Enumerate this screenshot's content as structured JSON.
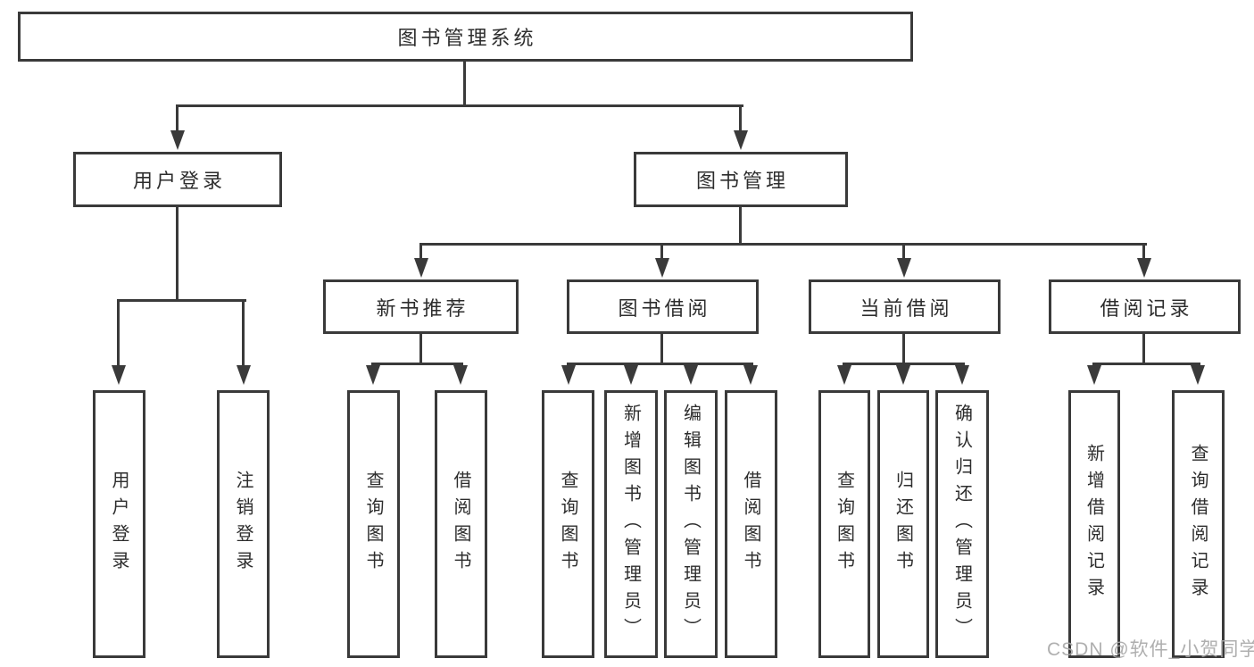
{
  "title": "图书管理系统",
  "tree": {
    "root": {
      "label": "图书管理系统"
    },
    "branches": {
      "user_login": {
        "label": "用户登录",
        "children": {
          "login": "用户登录",
          "logout": "注销登录"
        }
      },
      "book_management": {
        "label": "图书管理",
        "children": {
          "new_book": {
            "label": "新书推荐",
            "children": {
              "query": "查询图书",
              "borrow": "借阅图书"
            }
          },
          "borrowing": {
            "label": "图书借阅",
            "children": {
              "query": "查询图书",
              "add": "新增图书（管理员）",
              "edit": "编辑图书（管理员）",
              "borrow": "借阅图书"
            }
          },
          "current": {
            "label": "当前借阅",
            "children": {
              "query": "查询图书",
              "return": "归还图书",
              "confirm": "确认归还（管理员）"
            }
          },
          "records": {
            "label": "借阅记录",
            "children": {
              "add": "新增借阅记录",
              "query": "查询借阅记录"
            }
          }
        }
      }
    }
  },
  "watermark": "CSDN @软件_小贺同学",
  "colors": {
    "line": "#3a3a3a",
    "box_border": "#3a3a3a",
    "box_fill": "#ffffff",
    "text": "#2d2d2d",
    "watermark": "#a8a8a8"
  }
}
